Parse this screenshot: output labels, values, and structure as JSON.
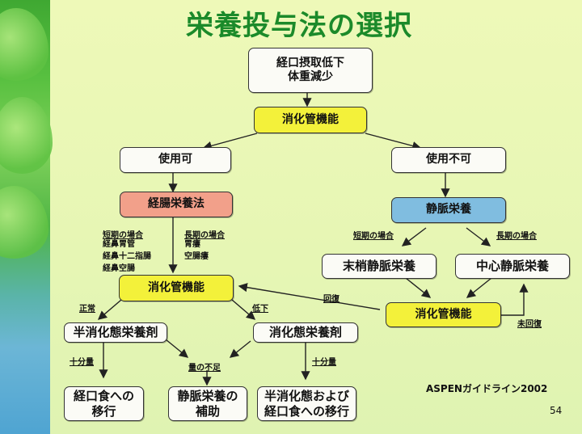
{
  "title": "栄養投与法の選択",
  "nodes": {
    "start": [
      "経口摂取低下",
      "体重減少"
    ],
    "gi_function_top": "消化管機能",
    "usable": "使用可",
    "not_usable": "使用不可",
    "enteral": "経腸栄養法",
    "parenteral": "静脈栄養",
    "peripheral": "末梢静脈栄養",
    "central": "中心静脈栄養",
    "gi_function_left": "消化管機能",
    "gi_function_right": "消化管機能",
    "semi_digested": "半消化態栄養剤",
    "digested": "消化態栄養剤",
    "oral_transition": [
      "経口食への",
      "移行"
    ],
    "iv_supplement": [
      "静脈栄養の",
      "補助"
    ],
    "semi_and_oral": [
      "半消化態および",
      "経口食への移行"
    ]
  },
  "labels": {
    "short_term_enteral": "短期の場合",
    "short_term_routes": [
      "経鼻胃管",
      "経鼻十二指腸",
      "経鼻空腸"
    ],
    "long_term_enteral": "長期の場合",
    "long_term_routes": [
      "胃瘻",
      "空腸瘻"
    ],
    "short_term_iv": "短期の場合",
    "long_term_iv": "長期の場合",
    "recovered": "回復",
    "not_recovered": "未回復",
    "normal": "正常",
    "decreased": "低下",
    "sufficient_left": "十分量",
    "sufficient_right": "十分量",
    "insufficient": "量の不足"
  },
  "footer": {
    "reference": "ASPENガイドライン2002",
    "page_number": "54"
  },
  "colors": {
    "title": "#1b8a2a",
    "gi_box": "#f3f13a",
    "enteral_box": "#f2a08a",
    "parenteral_box": "#80bde0"
  }
}
